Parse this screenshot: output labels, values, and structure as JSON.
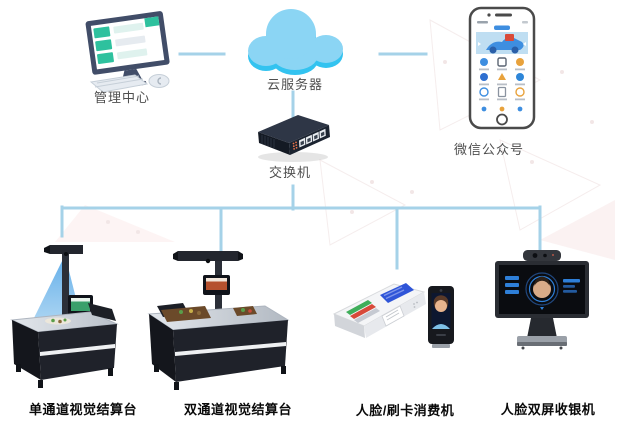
{
  "diagram": {
    "type": "network-topology",
    "nodes": {
      "management_center": {
        "label": "管理中心",
        "icon": "desktop-computer"
      },
      "cloud_server": {
        "label": "云服务器",
        "icon": "cloud"
      },
      "network_switch": {
        "label": "交换机",
        "icon": "ethernet-switch"
      },
      "wechat_official_account": {
        "label": "微信公众号",
        "icon": "smartphone"
      },
      "devices": [
        {
          "label": "单通道视觉结算台",
          "icon": "single-lane-vision-checkout-station"
        },
        {
          "label": "双通道视觉结算台",
          "icon": "dual-lane-vision-checkout-station"
        },
        {
          "label": "人脸/刷卡消费机",
          "icon": "face-card-payment-terminal"
        },
        {
          "label": "人脸双屏收银机",
          "icon": "face-dual-screen-cash-register"
        }
      ]
    },
    "connections": [
      "management_center - cloud_server",
      "cloud_server - wechat_official_account",
      "cloud_server - network_switch",
      "network_switch - all four bottom devices (bus)"
    ],
    "colors": {
      "connector_line": "#a5d2e8",
      "cloud_fill": "#8bd5f4",
      "cloud_shadow": "#33c3f0",
      "monitor_frame": "#414d68",
      "monitor_accent_green": "#2ec19e",
      "beam_blue": "#57a8e8",
      "device_body_black": "#17191f",
      "steel_top": "#d7dce2",
      "screen_blue": "#2e7fd8",
      "top_label_color": "#4f4f4f",
      "device_label_color": "#0a0a0a"
    }
  }
}
